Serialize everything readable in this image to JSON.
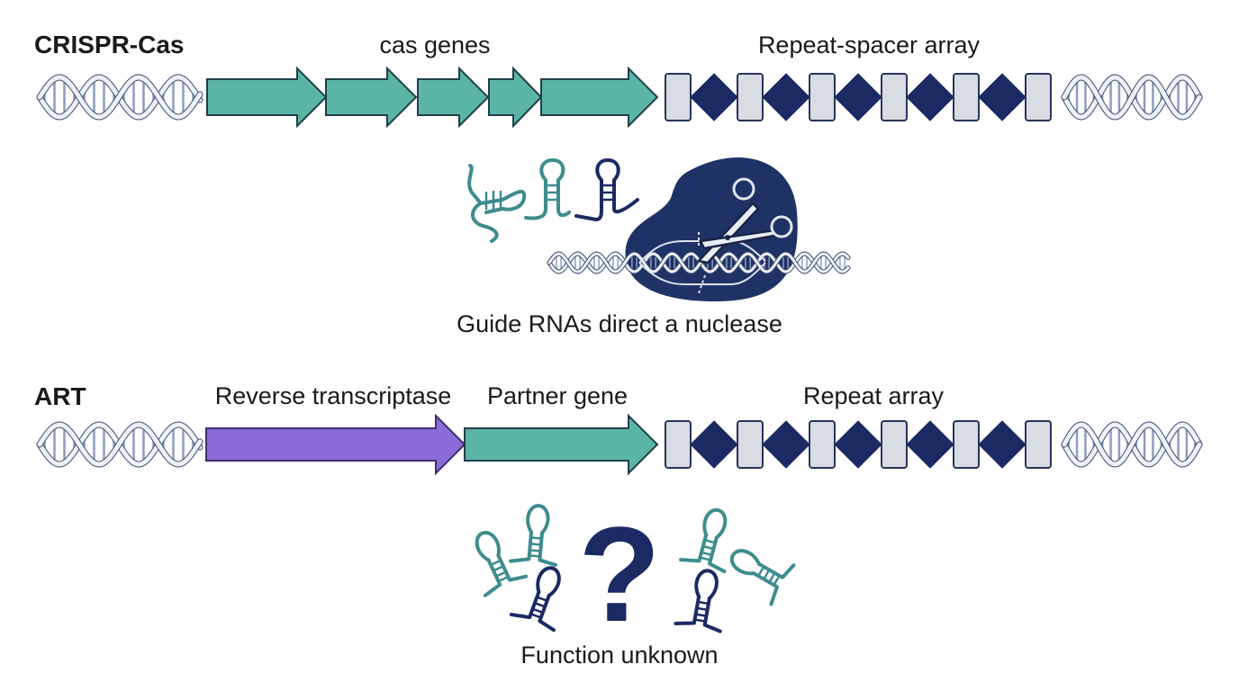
{
  "colors": {
    "dna_stroke": "#8d9dbf",
    "dna_fill": "#eef1f7",
    "cas_gene_fill": "#5bb5a5",
    "cas_gene_stroke": "#1f3f4b",
    "rt_fill": "#8a6bd8",
    "repeat_fill": "#d8dce3",
    "repeat_stroke": "#28355a",
    "spacer_fill": "#1c2a63",
    "nuclease_fill": "#1f3265",
    "rna_teal": "#3e8c8e",
    "rna_navy": "#1c2a63"
  },
  "crispr": {
    "system_label": "CRISPR-Cas",
    "genes_label": "cas genes",
    "array_label": "Repeat-spacer array",
    "caption": "Guide RNAs direct a nuclease",
    "icons": [
      "dna-helix-icon",
      "gene-arrow-icon",
      "repeat-block-icon",
      "spacer-diamond-icon",
      "guide-rna-icon",
      "nuclease-blob-icon",
      "scissors-icon"
    ]
  },
  "art": {
    "system_label": "ART",
    "rt_label": "Reverse transcriptase",
    "partner_label": "Partner gene",
    "array_label": "Repeat array",
    "mystery_symbol": "?",
    "caption": "Function unknown",
    "icons": [
      "dna-helix-icon",
      "gene-arrow-icon",
      "repeat-block-icon",
      "spacer-diamond-icon",
      "hairpin-rna-icon",
      "question-mark-icon"
    ]
  }
}
